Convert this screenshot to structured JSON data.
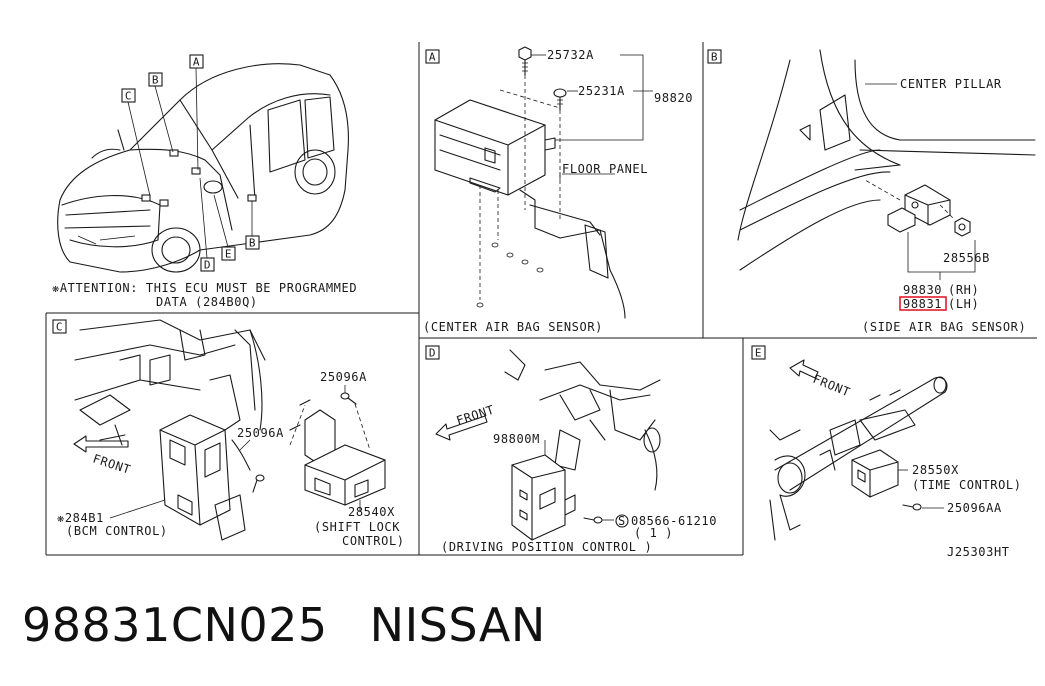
{
  "callout_letters": {
    "a": "A",
    "b": "B",
    "c": "C",
    "d": "D",
    "e": "E"
  },
  "overview": {
    "attention_line1": "❋ATTENTION: THIS ECU MUST BE PROGRAMMED",
    "attention_line2": "DATA (284B0Q)"
  },
  "panel_a": {
    "letter": "A",
    "part_bolt1": "25732A",
    "part_bolt2": "25231A",
    "part_assembly": "98820",
    "floor_panel": "FLOOR PANEL",
    "caption": "(CENTER AIR BAG SENSOR)"
  },
  "panel_b": {
    "letter": "B",
    "center_pillar": "CENTER PILLAR",
    "part_nut": "28556B",
    "part_rh_number": "98830",
    "part_rh_side": "(RH)",
    "part_lh_number": "98831",
    "part_lh_side": "(LH)",
    "caption": "(SIDE AIR BAG SENSOR)",
    "highlight_color": "#e11d2a"
  },
  "panel_c": {
    "letter": "C",
    "part_bolt_top": "25096A",
    "part_bolt_mid": "25096A",
    "front": "FRONT",
    "bcm_number": "❋284B1",
    "bcm_label": "(BCM CONTROL)",
    "shift_number": "28540X",
    "shift_label1": "(SHIFT LOCK",
    "shift_label2": "CONTROL)"
  },
  "panel_d": {
    "letter": "D",
    "front": "FRONT",
    "part_unit": "98800M",
    "part_screw": "08566-61210",
    "screw_symbol": "S",
    "screw_qty": "( 1 )",
    "caption": "(DRIVING POSITION CONTROL )"
  },
  "panel_e": {
    "letter": "E",
    "front": "FRONT",
    "part_unit": "28550X",
    "part_label": "(TIME CONTROL)",
    "part_bolt": "25096AA"
  },
  "figure_code": "J25303HT",
  "footer": {
    "part_number": "98831CN025",
    "brand": "NISSAN"
  }
}
